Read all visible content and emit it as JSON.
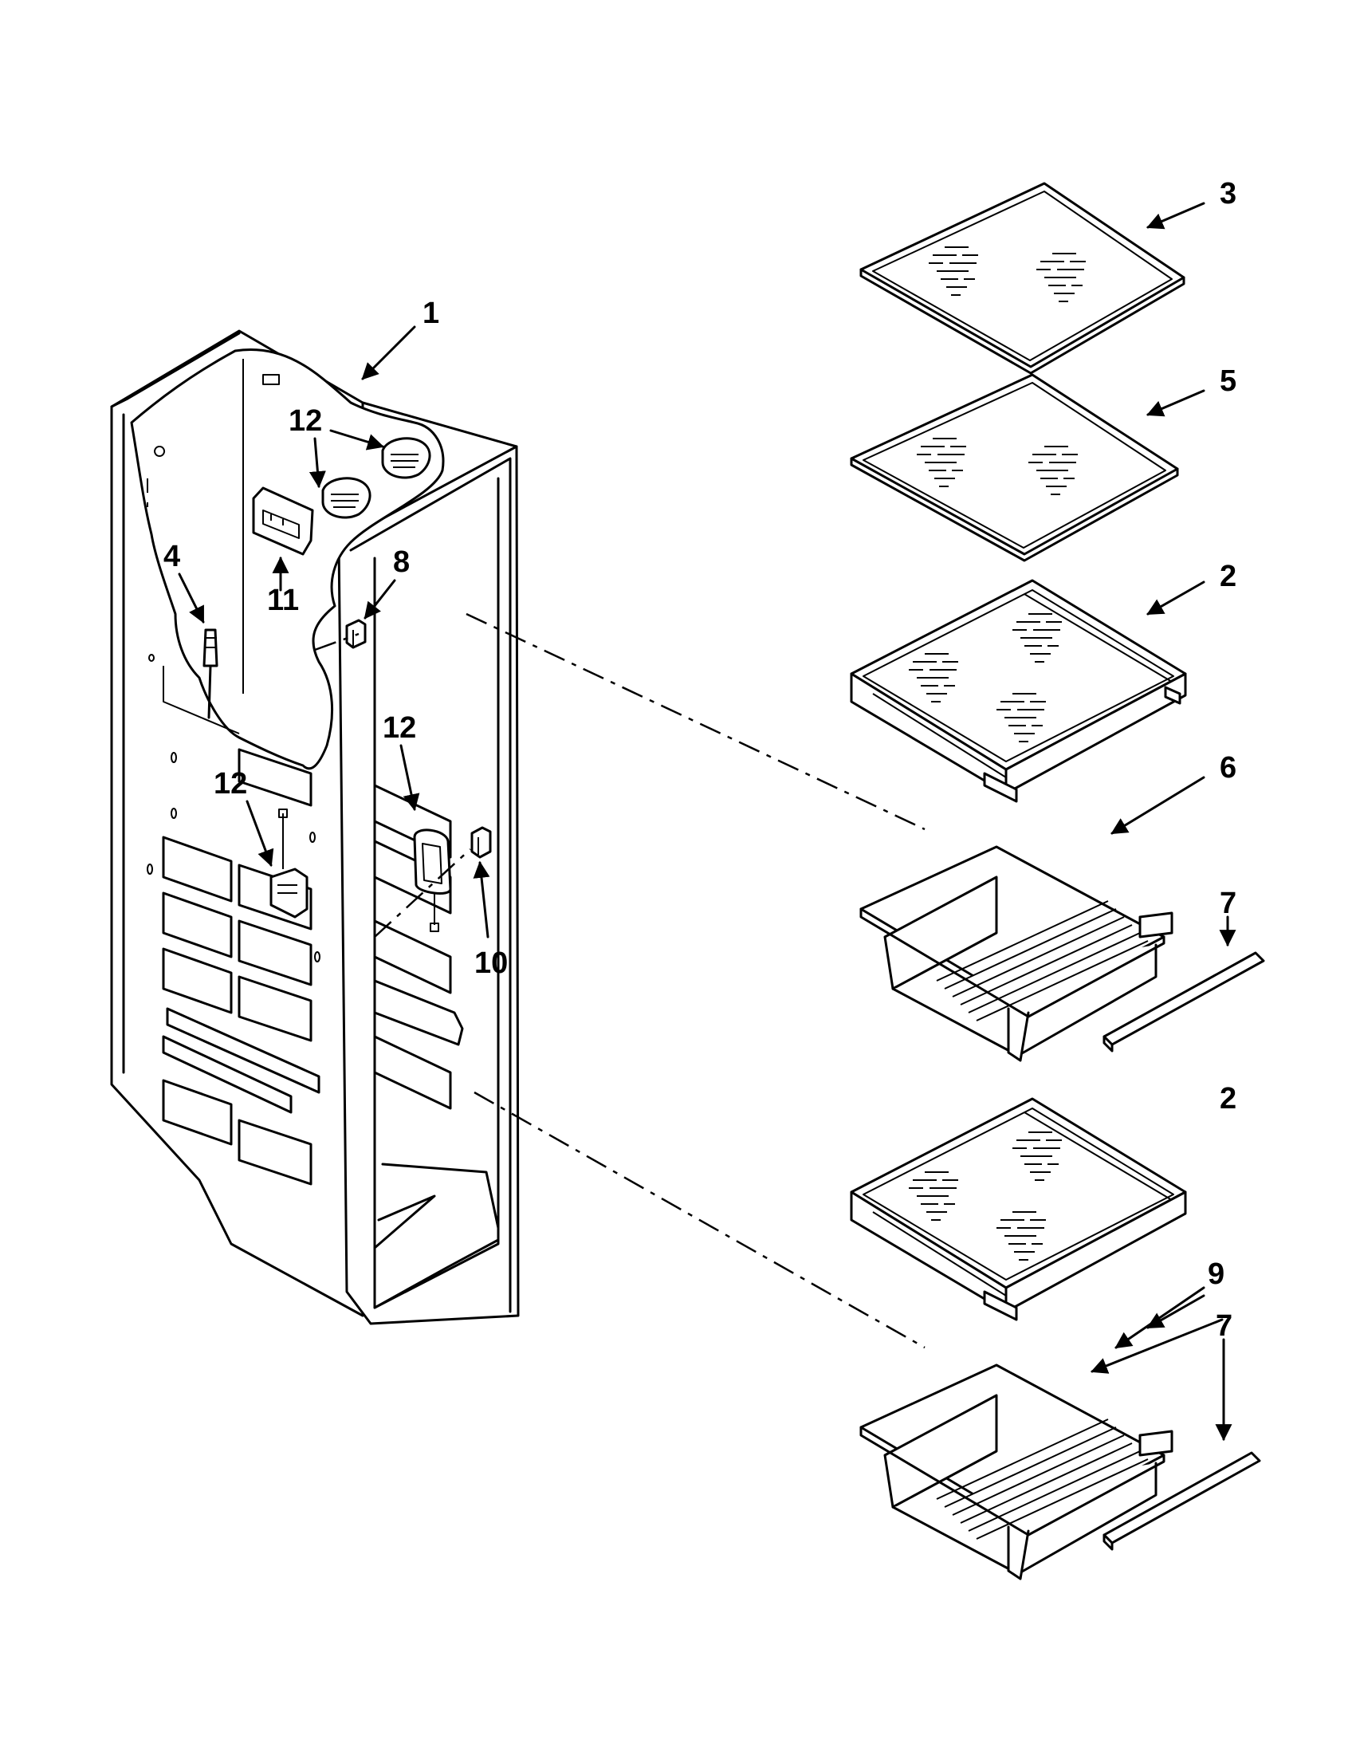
{
  "diagram": {
    "callouts": [
      {
        "id": "c1",
        "label": "1"
      },
      {
        "id": "c2a",
        "label": "2"
      },
      {
        "id": "c2b",
        "label": "2"
      },
      {
        "id": "c3",
        "label": "3"
      },
      {
        "id": "c4",
        "label": "4"
      },
      {
        "id": "c5",
        "label": "5"
      },
      {
        "id": "c6",
        "label": "6"
      },
      {
        "id": "c7a",
        "label": "7"
      },
      {
        "id": "c7b",
        "label": "7"
      },
      {
        "id": "c8",
        "label": "8"
      },
      {
        "id": "c9",
        "label": "9"
      },
      {
        "id": "c10",
        "label": "10"
      },
      {
        "id": "c11",
        "label": "11"
      },
      {
        "id": "c12a",
        "label": "12"
      },
      {
        "id": "c12b",
        "label": "12"
      },
      {
        "id": "c12c",
        "label": "12"
      }
    ]
  }
}
